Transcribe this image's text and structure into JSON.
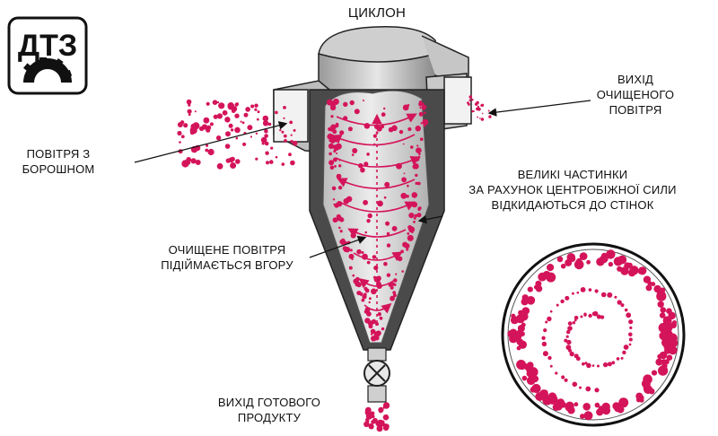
{
  "logo": {
    "text": "ДТЗ"
  },
  "title": "ЦИКЛОН",
  "labels": {
    "inlet": [
      "ПОВІТРЯ З",
      "БОРОШНОМ"
    ],
    "outlet": [
      "ВИХІД",
      "ОЧИЩЕНОГО",
      "ПОВІТРЯ"
    ],
    "particles": [
      "ВЕЛИКІ ЧАСТИНКИ",
      "ЗА РАХУНОК ЦЕНТРОБІЖНОЇ СИЛИ",
      "ВІДКИДАЮТЬСЯ ДО СТІНОК"
    ],
    "clean_air": [
      "ОЧИЩЕНЕ ПОВІТРЯ",
      "ПІДІЙМАЄТЬСЯ ВГОРУ"
    ],
    "product": [
      "ВИХІД ГОТОВОГО",
      "ПРОДУКТУ"
    ]
  },
  "colors": {
    "particle": "#d4145a",
    "body": "#4a4a4a",
    "inner": "#d8d8d8",
    "ink": "#111111"
  },
  "icons": [
    "gear-icon",
    "valve-icon",
    "arrow-icon"
  ]
}
